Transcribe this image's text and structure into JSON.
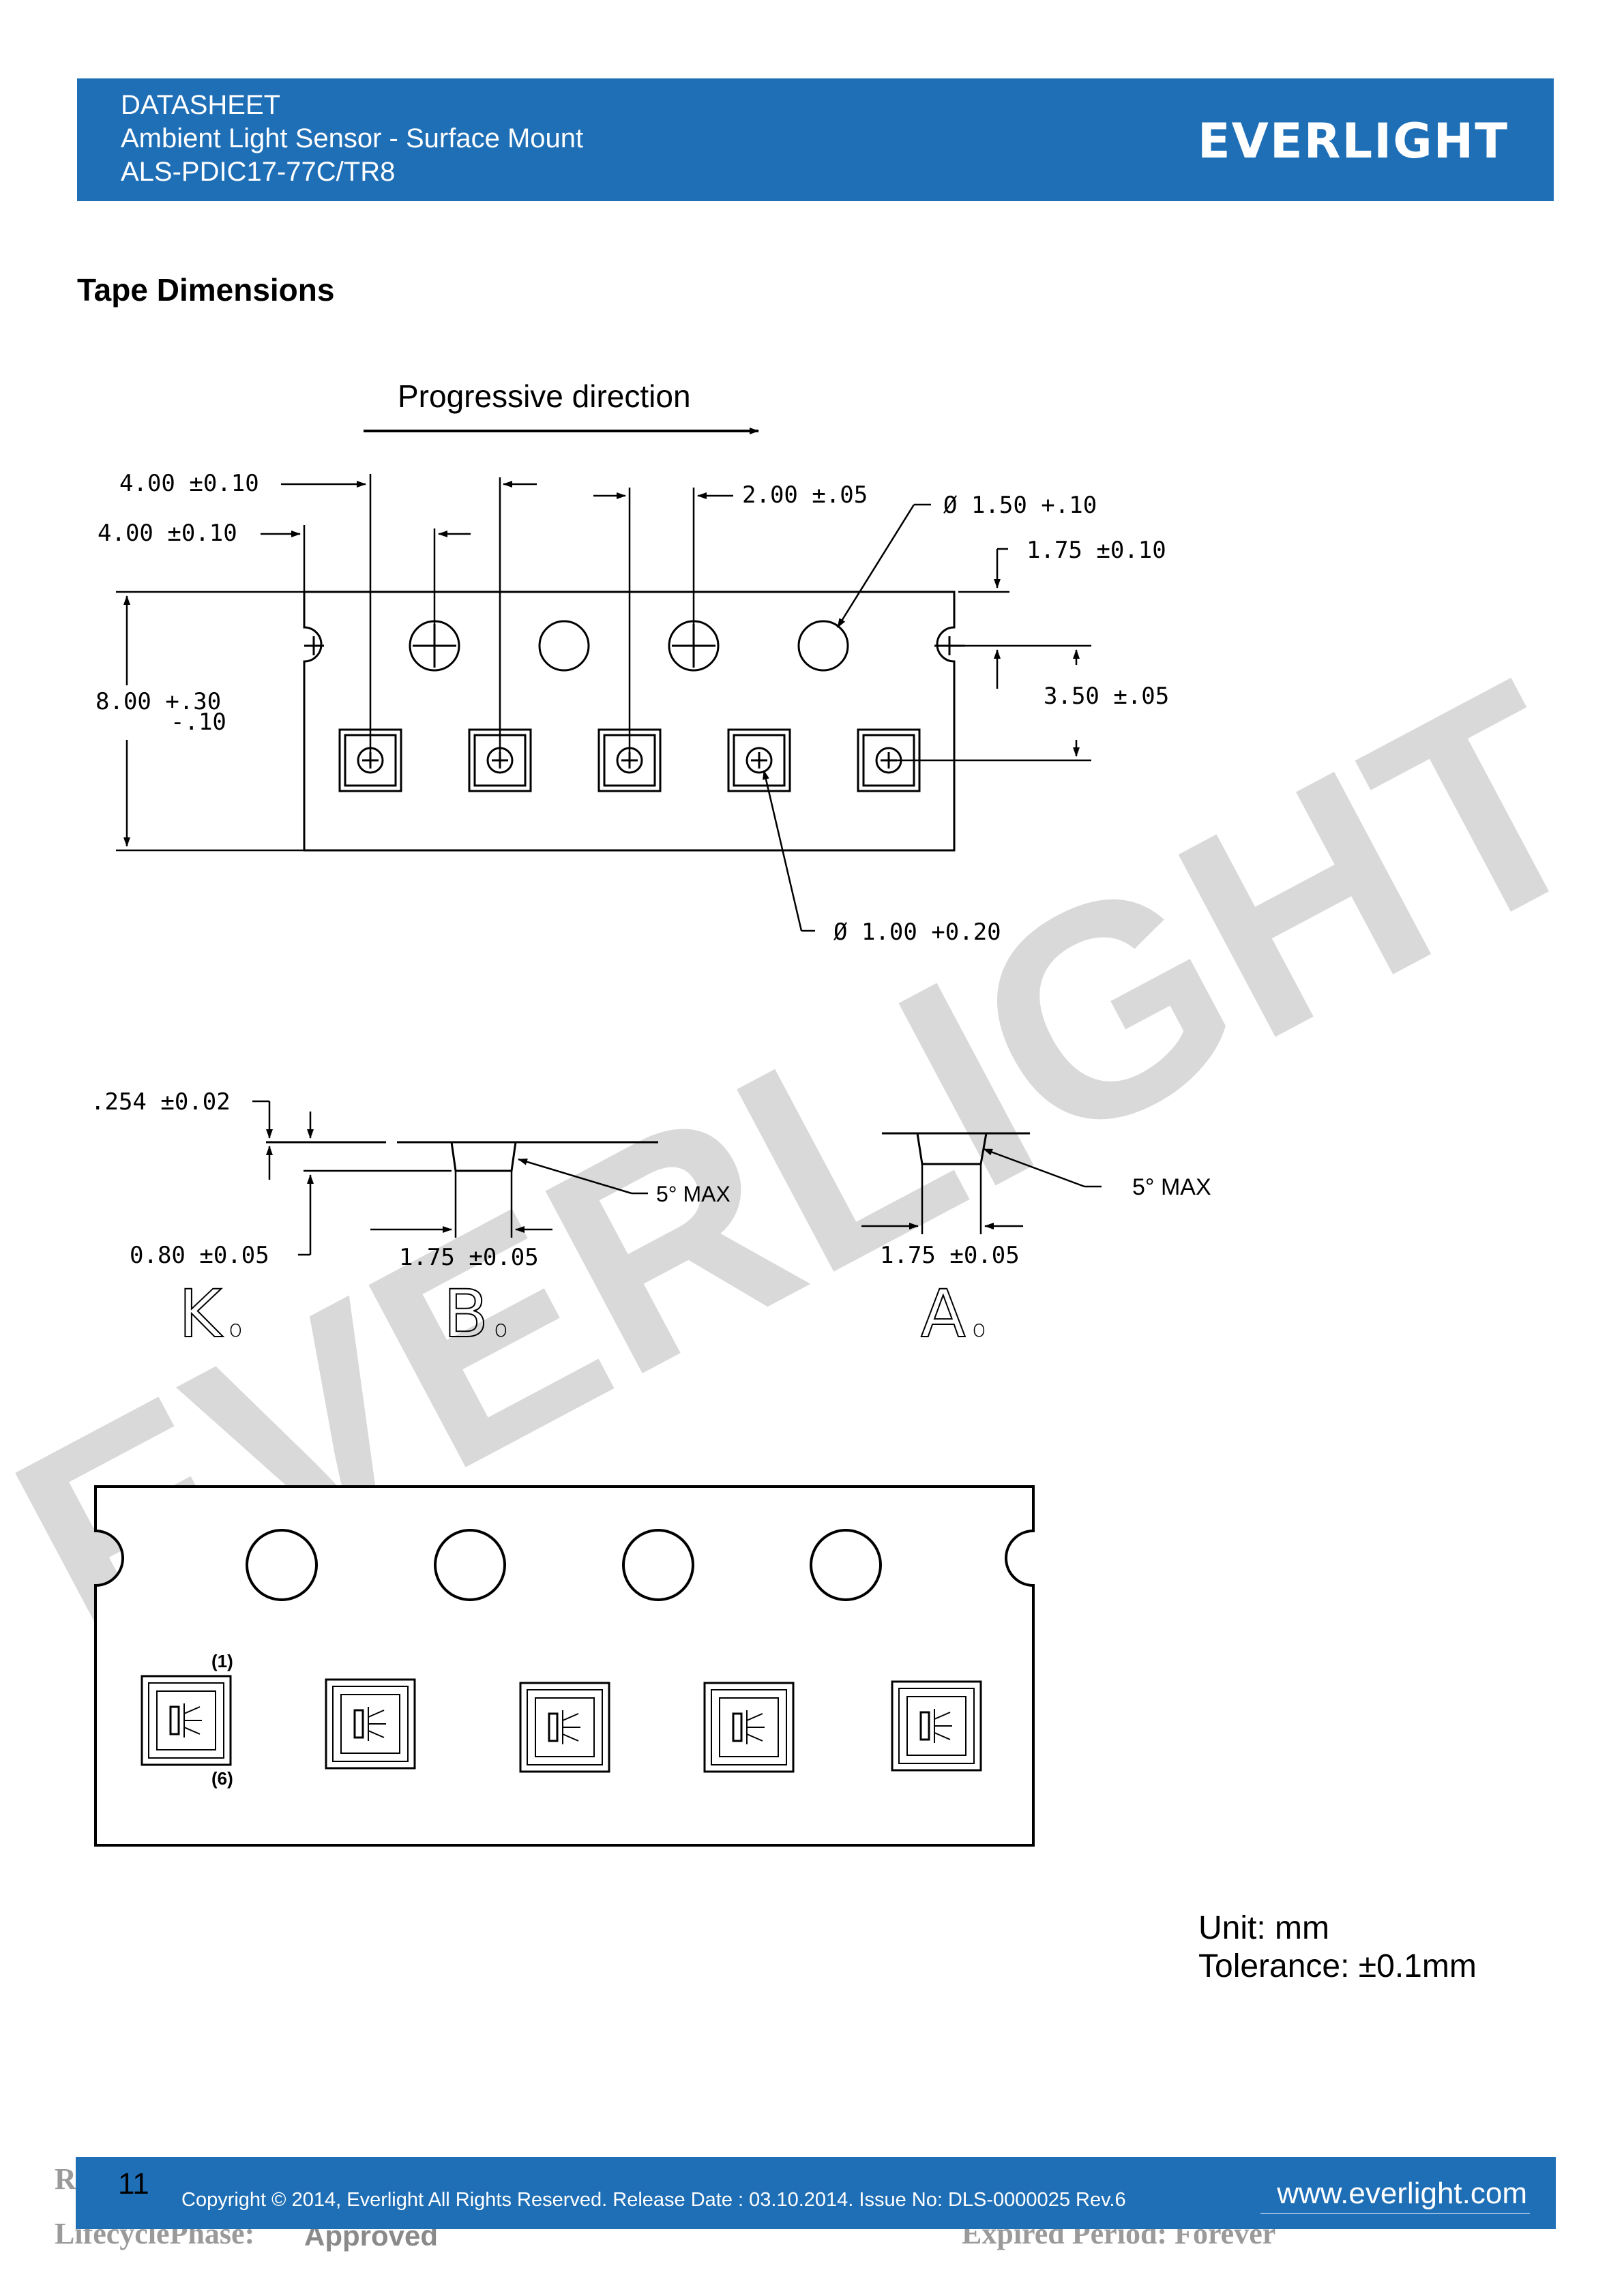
{
  "header": {
    "line1": "DATASHEET",
    "line2": "Ambient Light Sensor - Surface Mount",
    "line3": "ALS-PDIC17-77C/TR8",
    "logo": "EVERLIGHT"
  },
  "section_title": "Tape Dimensions",
  "drawing": {
    "direction_label": "Progressive direction",
    "dims": {
      "pitch_a": "4.00 ±0.10",
      "pitch_b": "4.00 ±0.10",
      "hole_pitch": "2.00 ±.05",
      "hole_dia": "Ø 1.50 +.10",
      "edge_dist": "1.75 ±0.10",
      "width_main": "8.00 +.30",
      "width_tol": "-.10",
      "center_dist": "3.50 ±.05",
      "cavity_hole": "Ø 1.00 +0.20",
      "thickness": ".254 ±0.02",
      "depth": "0.80 ±0.05",
      "b0": "1.75 ±0.05",
      "a0": "1.75 ±0.05",
      "draft1": "5° MAX",
      "draft2": "5° MAX"
    },
    "labels": {
      "k": "K",
      "b": "B",
      "a": "A",
      "sub": "o",
      "pin1": "(1)",
      "pin6": "(6)"
    },
    "watermark": "EVERLIGHT"
  },
  "unit": "Unit: mm",
  "tolerance": "Tolerance: ±0.1mm",
  "footer": {
    "page": "11",
    "copyright": "Copyright © 2014, Everlight All Rights Reserved. Release Date : 03.10.2014. Issue No: DLS-0000025    Rev.6",
    "website": "www.everlight.com",
    "ghost_left": "R",
    "lifecycle": "LifecyclePhase:",
    "status": "Approved",
    "expired": "Expired Period: Forever"
  }
}
